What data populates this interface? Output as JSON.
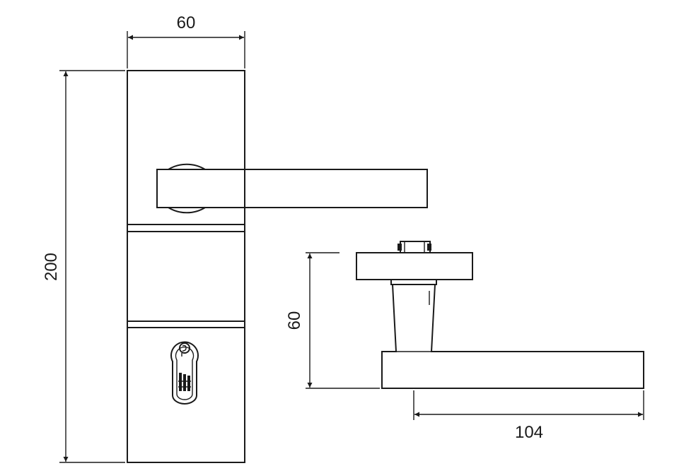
{
  "front_view": {
    "width_label": "60",
    "height_label": "200"
  },
  "side_view": {
    "height_label": "60",
    "projection_label": "104"
  }
}
